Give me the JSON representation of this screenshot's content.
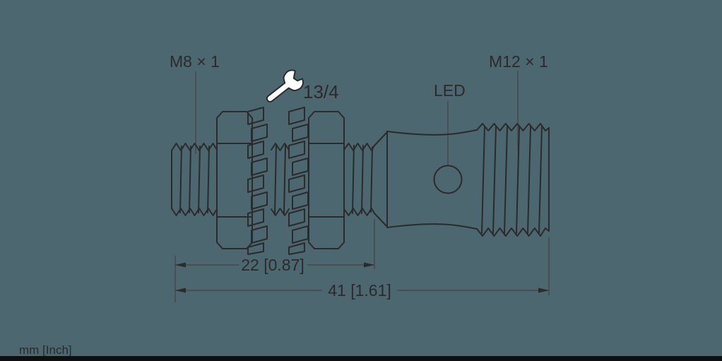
{
  "colors": {
    "background": "#4c6770",
    "line": "#2b2a2c",
    "thin_line": "#47474a",
    "wrench_fill": "#ffffff",
    "bottom_bar": "#0f0f0f"
  },
  "labels": {
    "thread_left": "M8 × 1",
    "wrench_size": "13/4",
    "led": "LED",
    "thread_right": "M12 × 1",
    "units": "mm [Inch]"
  },
  "dimensions": {
    "nut_section_length": "22 [0.87]",
    "total_length": "41 [1.61]"
  }
}
